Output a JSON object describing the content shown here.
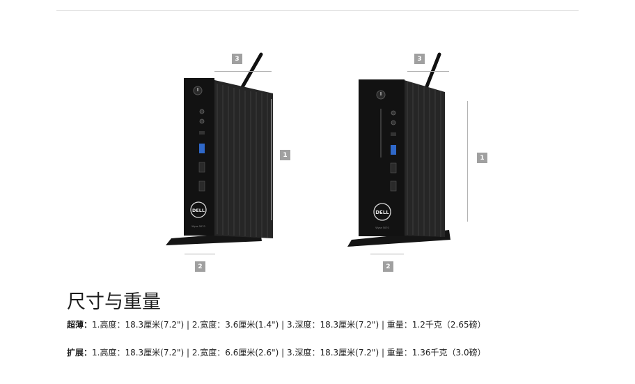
{
  "heading": "尺寸与重量",
  "specs": [
    {
      "label": "超薄：",
      "text": "1.高度：18.3厘米(7.2\") | 2.宽度：3.6厘米(1.4\") | 3.深度：18.3厘米(7.2\") | 重量：1.2千克（2.65磅）"
    },
    {
      "label": "扩展：",
      "text": "1.高度：18.3厘米(7.2\") | 2.宽度：6.6厘米(2.6\") | 3.深度：18.3厘米(7.2\") | 重量：1.36千克（3.0磅）"
    }
  ],
  "figures": [
    {
      "logo": "DELL",
      "model": "Wyse 5070",
      "badges": [
        "3",
        "1",
        "2"
      ]
    },
    {
      "logo": "DELL",
      "model": "Wyse 5070",
      "badges": [
        "3",
        "1",
        "2"
      ]
    }
  ]
}
